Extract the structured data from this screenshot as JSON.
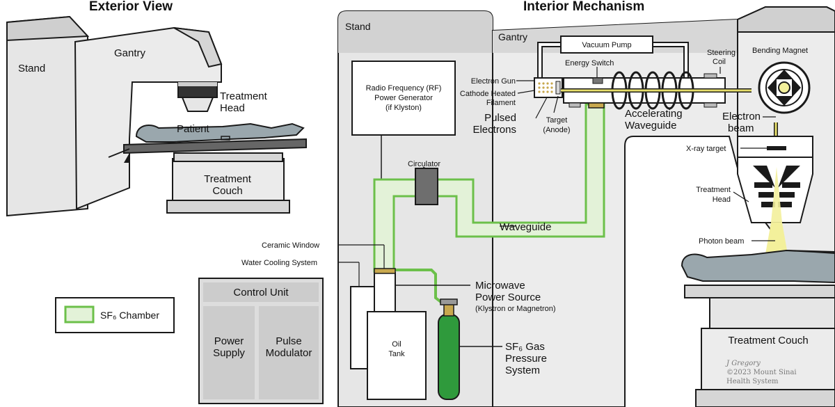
{
  "titles": {
    "exterior": "Exterior View",
    "interior": "Interior Mechanism"
  },
  "exterior": {
    "stand": "Stand",
    "gantry": "Gantry",
    "treatment_head_1": "Treatment",
    "treatment_head_2": "Head",
    "patient": "Patient",
    "couch_1": "Treatment",
    "couch_2": "Couch"
  },
  "legend": {
    "sf6_label": "SF₆ Chamber"
  },
  "control_unit": {
    "title": "Control Unit",
    "power_supply_1": "Power",
    "power_supply_2": "Supply",
    "pulse_mod_1": "Pulse",
    "pulse_mod_2": "Modulator"
  },
  "interior": {
    "stand": "Stand",
    "gantry": "Gantry",
    "rf_gen_1": "Radio Frequency (RF)",
    "rf_gen_2": "Power Generator",
    "rf_gen_3": "(if Klyston)",
    "circulator": "Circulator",
    "waveguide": "Waveguide",
    "ceramic_window": "Ceramic Window",
    "water_cooling": "Water Cooling System",
    "microwave_1": "Microwave",
    "microwave_2": "Power Source",
    "microwave_3": "(Klystron or Magnetron)",
    "oil_tank_1": "Oil",
    "oil_tank_2": "Tank",
    "sf6_gas_1": "SF₆ Gas",
    "sf6_gas_2": "Pressure",
    "sf6_gas_3": "System",
    "vacuum_pump": "Vacuum Pump",
    "energy_switch": "Energy Switch",
    "steering_1": "Steering",
    "steering_2": "Coil",
    "bending_magnet": "Bending Magnet",
    "electron_gun": "Electron Gun",
    "cathode_1": "Cathode Heated",
    "cathode_2": "Filament",
    "pulsed_1": "Pulsed",
    "pulsed_2": "Electrons",
    "target_1": "Target",
    "target_2": "(Anode)",
    "accel_1": "Accelerating",
    "accel_2": "Waveguide",
    "electron_beam_1": "Electron",
    "electron_beam_2": "beam",
    "xray_target": "X-ray target",
    "treatment_head_1": "Treatment",
    "treatment_head_2": "Head",
    "photon_beam": "Photon beam",
    "treatment_couch": "Treatment Couch"
  },
  "credit": {
    "line1": "J Gregory",
    "line2": "©2023 Mount Sinai",
    "line3": "Health System"
  },
  "colors": {
    "outline": "#1a1a1a",
    "machine_fill": "#e6e6e6",
    "interior_fill": "#d9d9d9",
    "sf6_green": "#6cc04a",
    "sf6_fill": "#e3f2d8",
    "patient_fill": "#9aa7ad",
    "beam_yellow": "#f3f09b",
    "cylinder_green": "#2f9a3c",
    "gold": "#c8a84e"
  }
}
